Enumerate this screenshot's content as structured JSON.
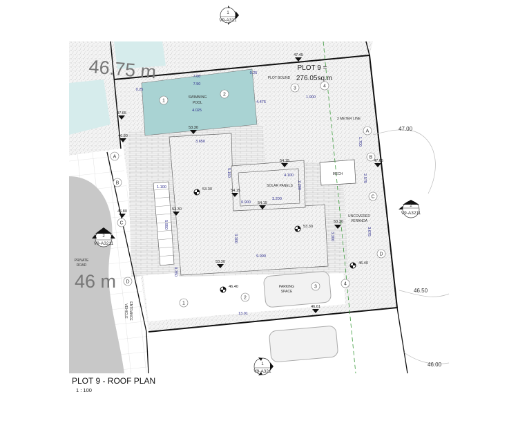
{
  "drawing": {
    "title": "PLOT 9 - ROOF PLAN",
    "scale": "1 : 100",
    "plot_label_1": "PLOT 9 =",
    "plot_label_2": "276.05sq.m",
    "plot_bound": "PLOT BOUND",
    "big_levels": [
      "46.75 m",
      "46 m"
    ],
    "room_labels": {
      "pool_1": "SWIMMING",
      "pool_2": "POOL",
      "solar": "SOLAR PANELS",
      "mech": "MECH",
      "meter_line": "3 METER LINE",
      "veranda_1": "UNCOVERED",
      "veranda_2": "VERANDA",
      "parking_1": "PARKING",
      "parking_2": "SPACE",
      "road_1": "PRIVATE",
      "road_2": "ROAD",
      "entrance_1": "VEHICLE",
      "entrance_2": "ENTRANCE"
    },
    "dimensions": [
      "7.00",
      "7.50",
      "0.25",
      "0.25",
      "4.025",
      "4.475",
      "1.900",
      "3.650",
      "5.150",
      "4.100",
      "2.200",
      "0.900",
      "3.200",
      "3.300",
      "9.900",
      "3.300",
      "1.100",
      "5.950",
      "0.350",
      "1.700",
      "2.575",
      "3.675",
      "13.01"
    ],
    "levels": [
      "47.45",
      "47.65",
      "46.80",
      "53.30",
      "54.15",
      "54.15",
      "54.15",
      "53.30",
      "46.80",
      "53.30",
      "53.30",
      "47.65"
    ],
    "spot_levels": [
      "53.30",
      "53.30",
      "46.40",
      "46.40",
      "46.61"
    ],
    "grid_bubbles": {
      "top": [
        "1",
        "2",
        "3",
        "4"
      ],
      "right": [
        "A",
        "B",
        "C",
        "D"
      ],
      "left": [
        "A",
        "B",
        "C",
        "D"
      ],
      "bottom": [
        "1",
        "2",
        "3",
        "4"
      ]
    },
    "section_markers": [
      {
        "number": "1",
        "sheet": "V9-A321"
      },
      {
        "number": "2",
        "sheet": "V9-A3211"
      },
      {
        "number": "2",
        "sheet": "V9-A3211"
      },
      {
        "number": "1",
        "sheet": "V9-A321"
      }
    ],
    "contours": [
      "47.00",
      "46.50",
      "46.00"
    ],
    "colors": {
      "pool": "#a9d3d3",
      "road": "#c8c8c8",
      "meter_line": "#3a9a3a",
      "dimension": "#2a2a8a"
    }
  }
}
